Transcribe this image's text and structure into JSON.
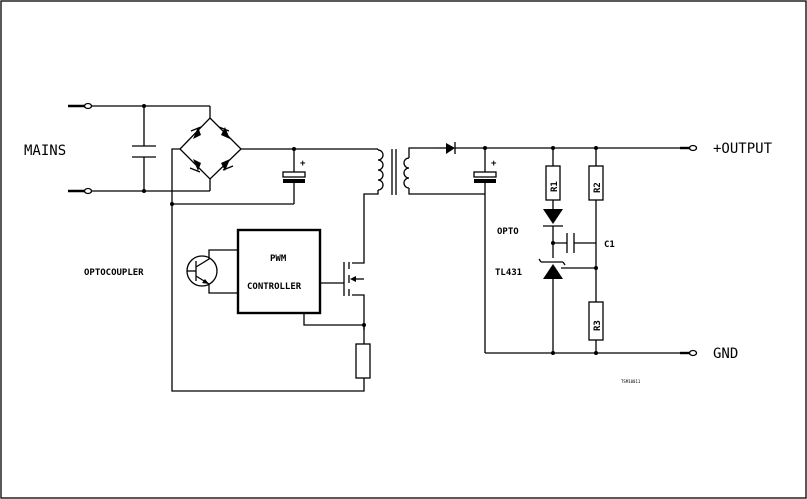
{
  "labels": {
    "mains": "MAINS",
    "output": "+OUTPUT",
    "gnd": "GND",
    "optocoupler": "OPTOCOUPLER",
    "pwm_line1": "PWM",
    "pwm_line2": "CONTROLLER",
    "opto": "OPTO",
    "tl431": "TL431",
    "r1": "R1",
    "r2": "R2",
    "r3": "R3",
    "c1": "C1",
    "plus_primary": "+",
    "plus_secondary": "+",
    "drawing_code": "TSM10011"
  }
}
